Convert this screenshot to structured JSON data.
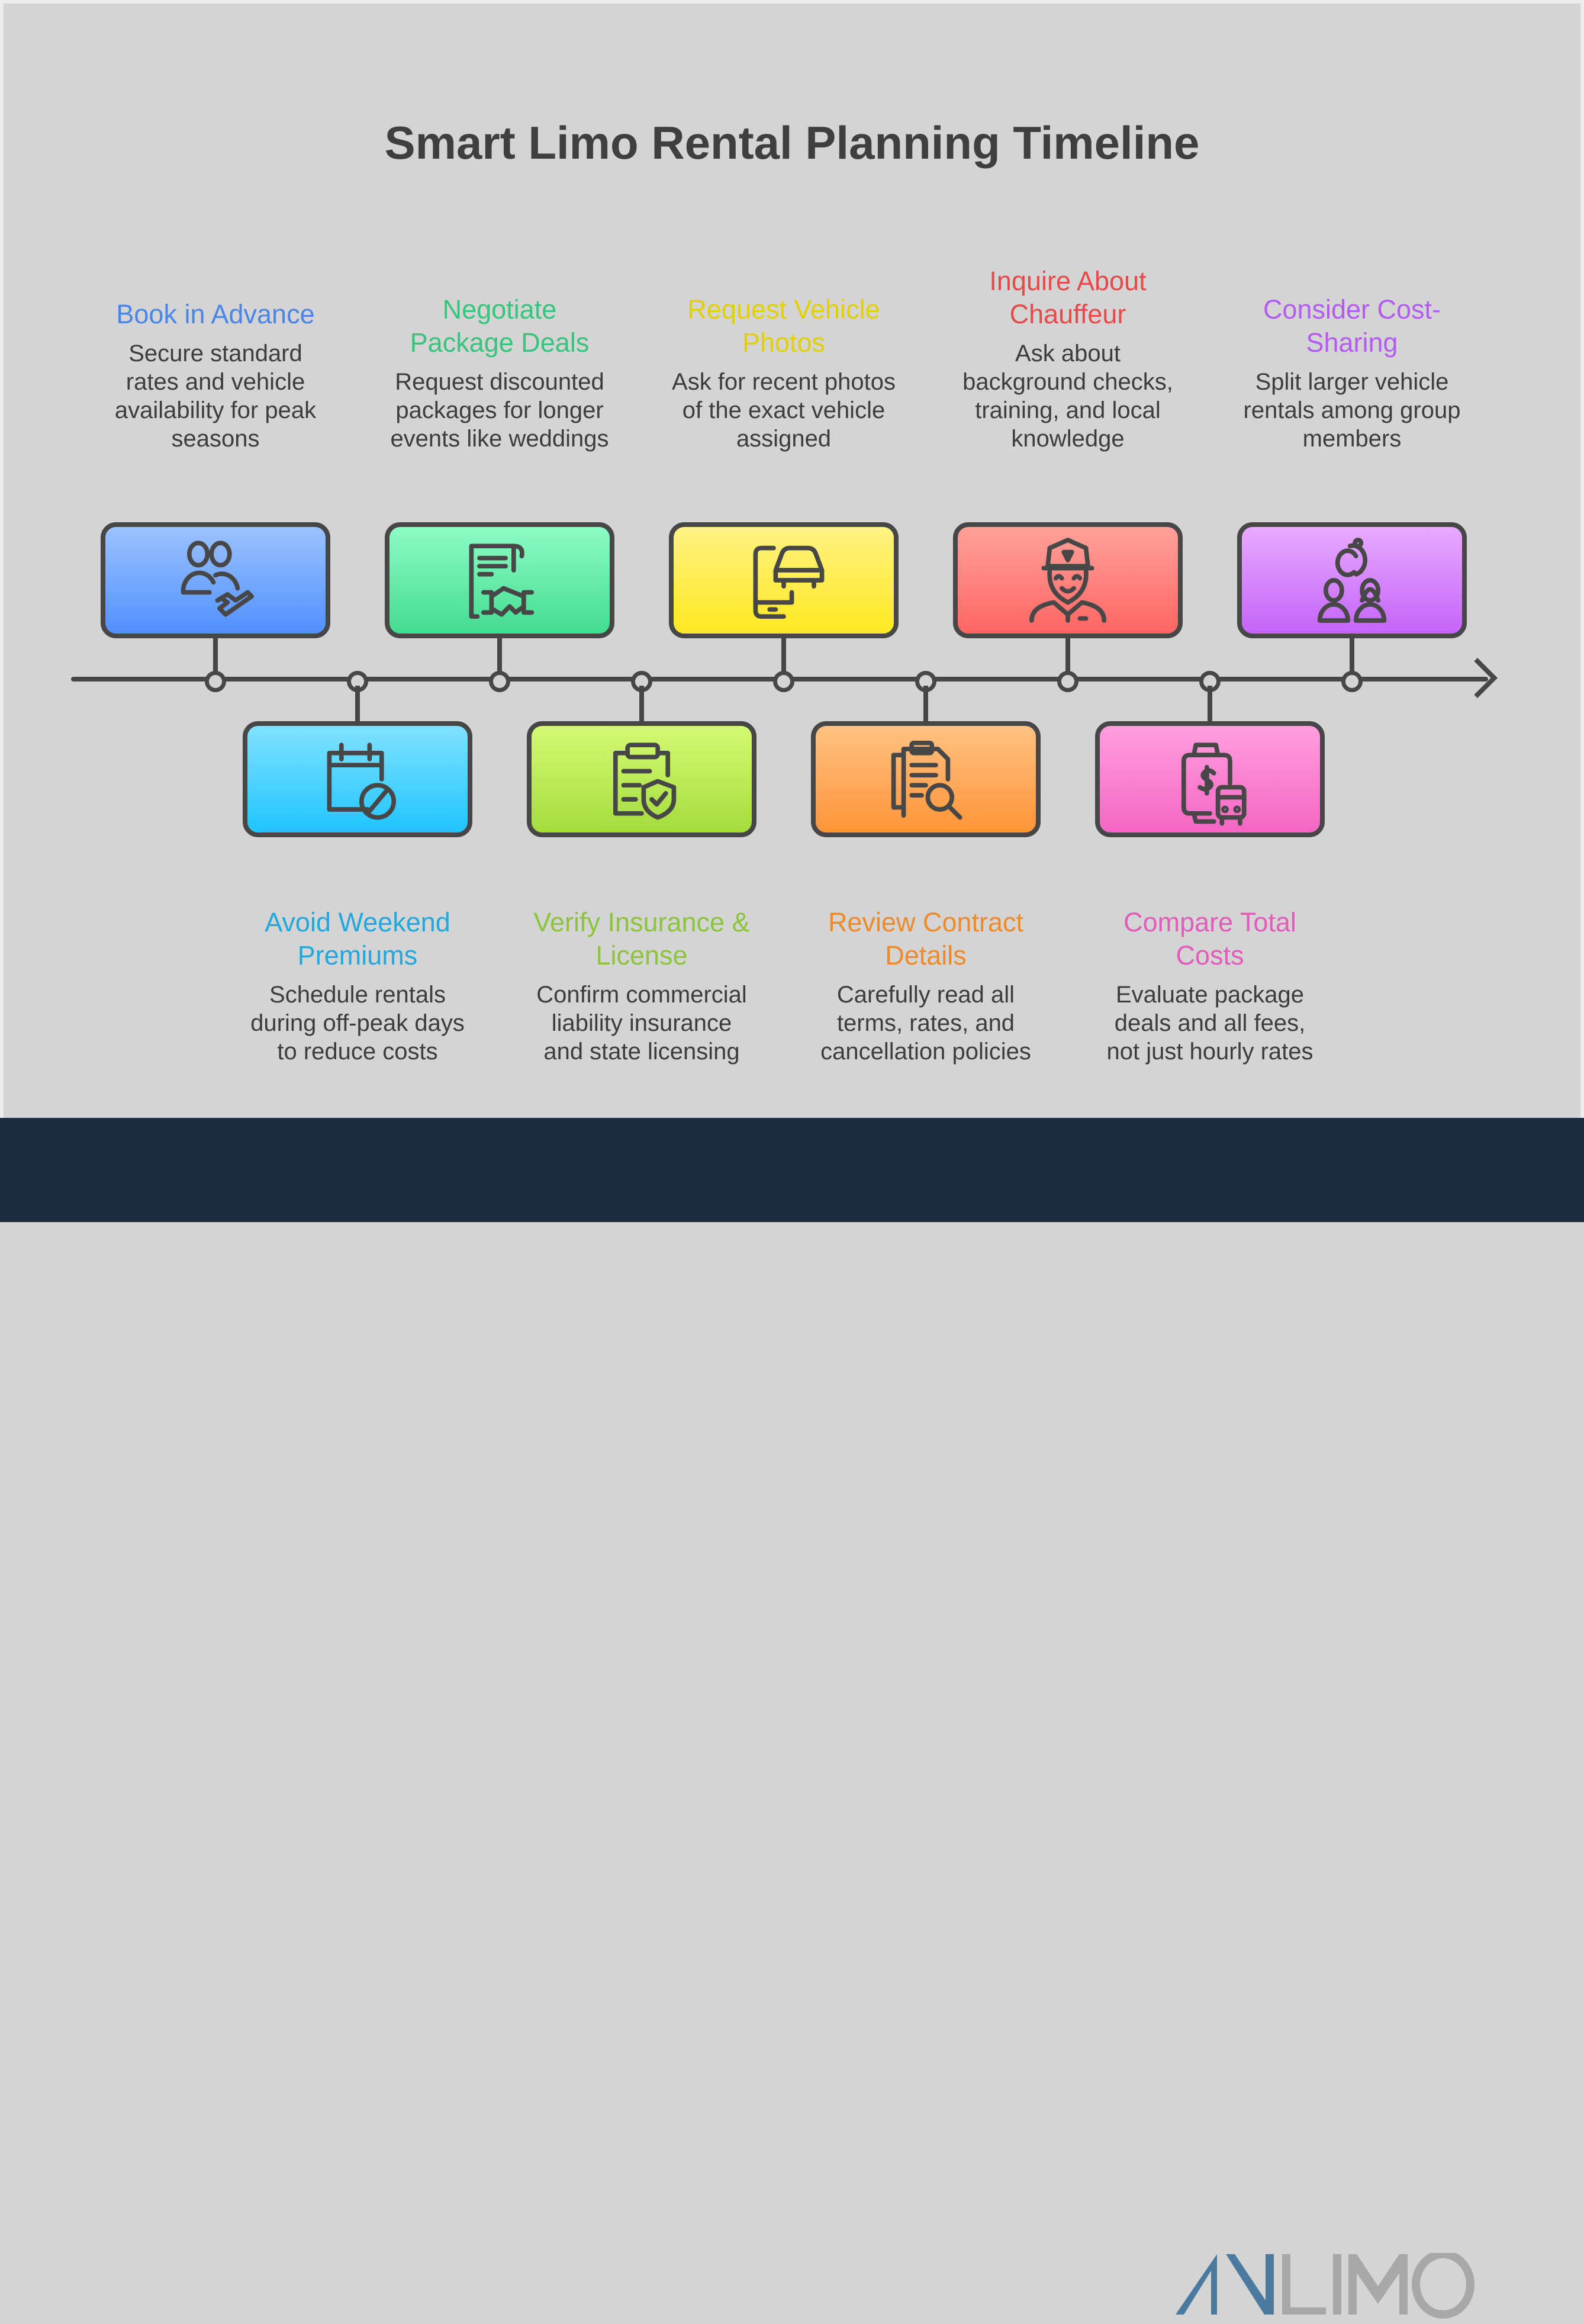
{
  "title": "Smart Limo Rental Planning Timeline",
  "stroke_color": "#474747",
  "steps": [
    {
      "position": "top",
      "title": "Book in Advance",
      "description": "Secure standard rates and vehicle availability for peak seasons",
      "icon": "users-handshake-icon",
      "title_color": "#4a86e8",
      "box_colors": [
        "#9cc2ff",
        "#5090ff"
      ]
    },
    {
      "position": "bottom",
      "title": "Avoid Weekend Premiums",
      "description": "Schedule rentals during off-peak days to reduce costs",
      "icon": "calendar-blocked-icon",
      "title_color": "#22a8dc",
      "box_colors": [
        "#80e2ff",
        "#20c4ff"
      ]
    },
    {
      "position": "top",
      "title": "Negotiate Package Deals",
      "description": "Request discounted packages for longer events like weddings",
      "icon": "contract-handshake-icon",
      "title_color": "#38c47c",
      "box_colors": [
        "#8cfcc4",
        "#44dc90"
      ]
    },
    {
      "position": "bottom",
      "title": "Verify Insurance & License",
      "description": "Confirm commercial liability insurance and state licensing",
      "icon": "clipboard-shield-icon",
      "title_color": "#8cc43c",
      "box_colors": [
        "#d4fa74",
        "#a4dc3c"
      ]
    },
    {
      "position": "top",
      "title": "Request Vehicle Photos",
      "description": "Ask for recent photos of the exact vehicle assigned",
      "icon": "phone-car-icon",
      "title_color": "#e2d000",
      "box_colors": [
        "#fff284",
        "#ffe820"
      ]
    },
    {
      "position": "bottom",
      "title": "Review Contract Details",
      "description": "Carefully read all terms, rates, and cancellation policies",
      "icon": "document-search-icon",
      "title_color": "#ee8a2a",
      "box_colors": [
        "#ffc282",
        "#ff9438"
      ]
    },
    {
      "position": "top",
      "title": "Inquire About Chauffeur",
      "description": "Ask about background checks, training, and local knowledge",
      "icon": "chauffeur-icon",
      "title_color": "#e84a4a",
      "box_colors": [
        "#ffa09a",
        "#ff6662"
      ]
    },
    {
      "position": "bottom",
      "title": "Compare Total Costs",
      "description": "Evaluate package deals and all fees, not just hourly rates",
      "icon": "phone-dollar-bus-icon",
      "title_color": "#e25cbc",
      "box_colors": [
        "#ff9ede",
        "#f466c2"
      ]
    },
    {
      "position": "top",
      "title": "Consider Cost-Sharing",
      "description": "Split larger vehicle rentals among group members",
      "icon": "group-sharing-icon",
      "title_color": "#b45cf0",
      "box_colors": [
        "#e8aaff",
        "#c464f8"
      ]
    }
  ],
  "footer": {
    "logo_text": "ANILIMO",
    "background": "#1b2a3e",
    "logo_colors": [
      "#4a7aa0",
      "#a8a8a8"
    ]
  }
}
